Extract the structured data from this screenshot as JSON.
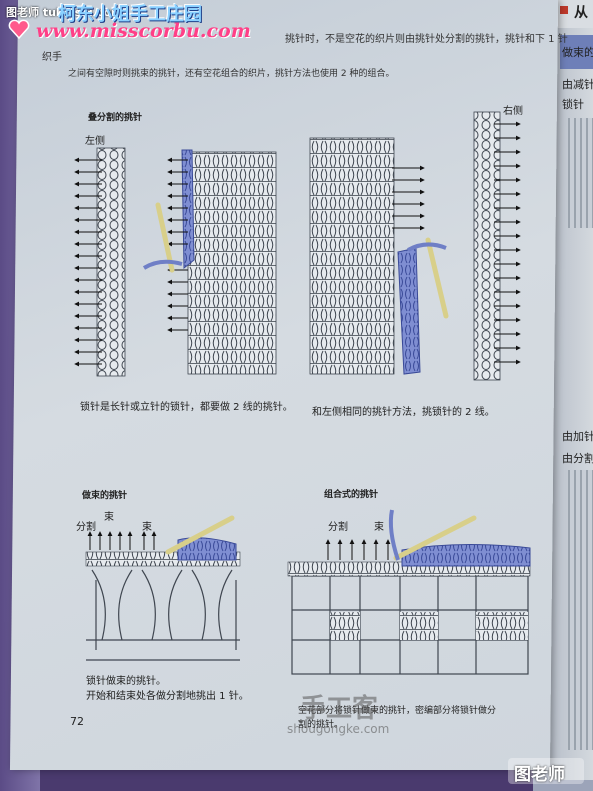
{
  "watermark": {
    "site_prefix": "图老师 tulaoshi.com",
    "title": "柯东小姐手工庄园",
    "url": "www.misscorbu.com",
    "bottom_center": "手工客",
    "bottom_url": "shougongke.com",
    "bottom_right": "图老师"
  },
  "intro": {
    "line1": "挑针时，不是空花的织片则由挑针处分割的挑针，挑针和下 1 针",
    "line2": "之间有空隙时则挑束的挑针，还有空花组合的织片，挑针方法也使用 2 种的组合。",
    "line0_fragment": "织手"
  },
  "sections": {
    "split_title": "叠分割的挑针",
    "left_label": "左侧",
    "right_label": "右侧",
    "caption_left": "锁针是长针或立针的锁针，都要做 2 线的挑针。",
    "caption_right": "和左侧相同的挑针方法，挑锁针的 2 线。",
    "bundle_title": "做束的挑针",
    "bundle_label_split": "分割",
    "bundle_label_a": "束",
    "bundle_label_b": "束",
    "bundle_caption_1": "锁针做束的挑针。",
    "bundle_caption_2": "开始和结束处各做分割地挑出 1 针。",
    "combo_title": "组合式的挑针",
    "combo_label_split": "分割",
    "combo_label_bundle": "束",
    "combo_caption_1": "空花部分将锁针做束的挑针，密编部分将锁针做分",
    "combo_caption_2": "割的挑针。"
  },
  "page_number": "72",
  "right_page": {
    "header_char": "从",
    "label_top": "做束的",
    "label_1": "由减针",
    "label_2": "锁针",
    "label_3": "由加针",
    "label_4": "由分割"
  },
  "colors": {
    "accent_blue": "#6f7fc6",
    "hook": "#d8cf8a",
    "stitch": "#3f4650",
    "arrow": "#111111"
  }
}
